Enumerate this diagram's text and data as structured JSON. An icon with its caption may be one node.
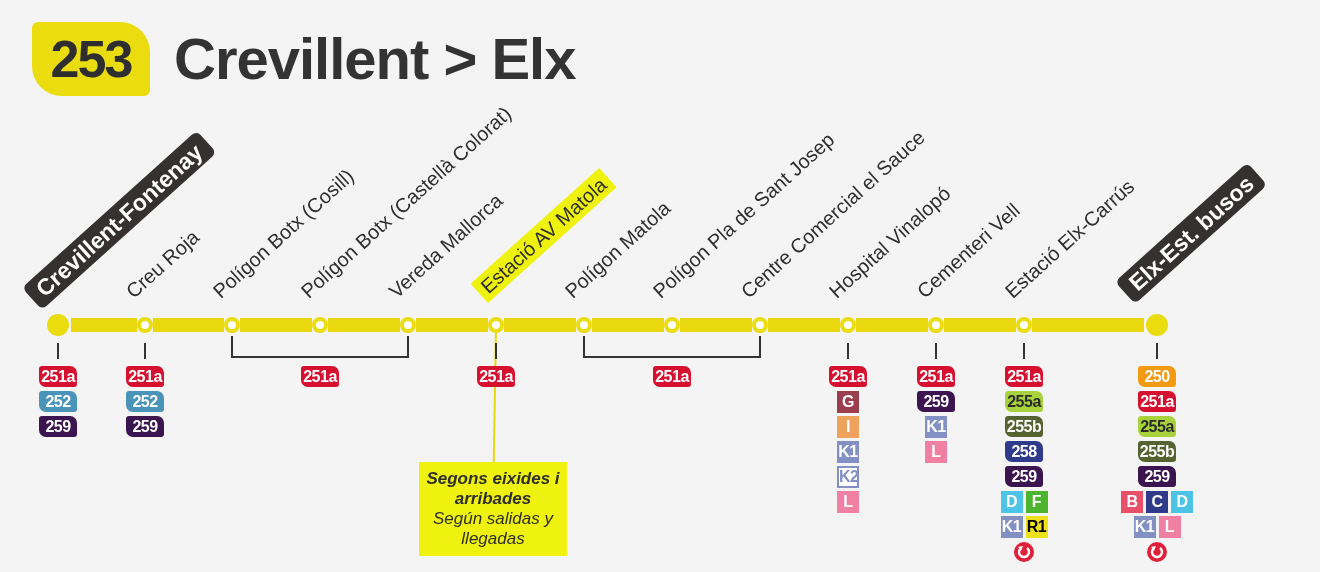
{
  "diagram": {
    "title": "Crevillent > Elx",
    "nodes": [
      {
        "text": [
          "Crevillent-Fontenay"
        ],
        "beside": [
          "251a",
          "252",
          "259"
        ]
      },
      {
        "text": [
          "Creu Roja"
        ],
        "beside": [
          "251a",
          "252",
          "259"
        ]
      },
      {
        "text": [
          "Polígon Botx (Cosill)"
        ]
      },
      {
        "text": [
          "Polígon Botx (Castellà Colorat)"
        ]
      },
      {
        "text": [
          "Vereda Mallorca"
        ]
      },
      {
        "text": [
          "Estació AV Matola"
        ],
        "beside": [
          "251a"
        ]
      },
      {
        "text": [
          "Polígon Matola"
        ]
      },
      {
        "text": [
          "Polígon Pla de Sant Josep"
        ]
      },
      {
        "text": [
          "Centre Comercial el Sauce"
        ]
      },
      {
        "text": [
          "Hospital Vinalopó"
        ],
        "beside": [
          "251a",
          "G",
          "I",
          "K1",
          "K2",
          "L"
        ]
      },
      {
        "text": [
          "Cementeri Vell"
        ],
        "beside": [
          "251a",
          "259",
          "K1",
          "L"
        ]
      },
      {
        "text": [
          "Estació Elx-Carrús"
        ],
        "beside": [
          "251a",
          "255a",
          "255b",
          "258",
          "259",
          "D",
          "F",
          "K1",
          "R1"
        ]
      },
      {
        "text": [
          "Elx-Est. busos"
        ],
        "beside": [
          "250",
          "251a",
          "255a",
          "255b",
          "259",
          "B",
          "C",
          "D",
          "K1",
          "L"
        ]
      },
      {
        "text": [
          "Segons eixides i arribades",
          "Según salidas y llegadas"
        ]
      }
    ],
    "edges": [
      {
        "from": 0,
        "to": 1,
        "arrow": "none"
      },
      {
        "from": 1,
        "to": 2,
        "arrow": "none"
      },
      {
        "from": 2,
        "to": 3,
        "arrow": "none"
      },
      {
        "from": 3,
        "to": 4,
        "arrow": "none"
      },
      {
        "from": 4,
        "to": 5,
        "arrow": "none"
      },
      {
        "from": 5,
        "to": 6,
        "arrow": "none"
      },
      {
        "from": 6,
        "to": 7,
        "arrow": "none"
      },
      {
        "from": 7,
        "to": 8,
        "arrow": "none"
      },
      {
        "from": 8,
        "to": 9,
        "arrow": "none"
      },
      {
        "from": 9,
        "to": 10,
        "arrow": "none"
      },
      {
        "from": 10,
        "to": 11,
        "arrow": "none"
      },
      {
        "from": 11,
        "to": 12,
        "arrow": "none"
      },
      {
        "from": 13,
        "to": 5,
        "arrow": "none"
      }
    ],
    "labels": [
      "253",
      "251a",
      "251a"
    ]
  }
}
